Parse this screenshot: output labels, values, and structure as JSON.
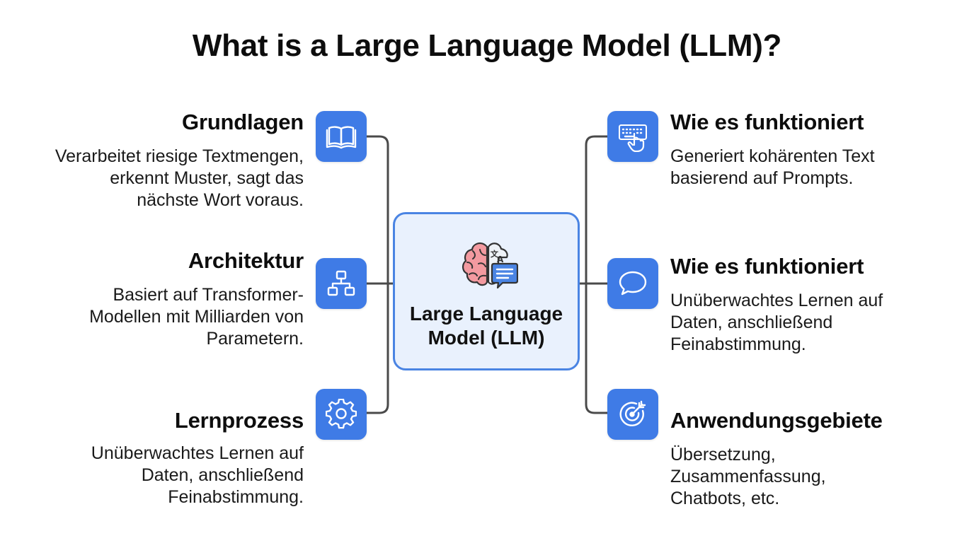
{
  "title": "What is a Large Language Model (LLM)?",
  "center": {
    "label_line1": "Large Language",
    "label_line2": "Model (LLM)",
    "icon": "brain-translate-chat-icon"
  },
  "left_nodes": [
    {
      "heading": "Grundlagen",
      "lines": [
        "Verarbeitet riesige Textmengen,",
        "erkennt Muster, sagt das",
        "nächste Wort voraus."
      ],
      "icon": "open-book-icon"
    },
    {
      "heading": "Architektur",
      "lines": [
        "Basiert auf Transformer-",
        "Modellen mit Milliarden von",
        "Parametern."
      ],
      "icon": "hierarchy-icon"
    },
    {
      "heading": "Lernprozess",
      "lines": [
        "Unüberwachtes Lernen auf",
        "Daten, anschließend",
        "Feinabstimmung."
      ],
      "icon": "gear-icon"
    }
  ],
  "right_nodes": [
    {
      "heading": "Wie es funktioniert",
      "lines": [
        "Generiert kohärenten Text",
        "basierend auf Prompts."
      ],
      "icon": "keyboard-hand-icon"
    },
    {
      "heading": "Wie es funktioniert",
      "lines": [
        "Unüberwachtes Lernen auf",
        "Daten, anschließend",
        "Feinabstimmung."
      ],
      "icon": "speech-bubble-icon"
    },
    {
      "heading": "Anwendungsgebiete",
      "lines": [
        "Übersetzung,",
        "Zusammenfassung,",
        "Chatbots, etc."
      ],
      "icon": "target-icon"
    }
  ],
  "colors": {
    "accent": "#3f7be6",
    "center_fill": "#e9f1fd",
    "center_border": "#4a84e3",
    "connector": "#4a4a4a"
  }
}
